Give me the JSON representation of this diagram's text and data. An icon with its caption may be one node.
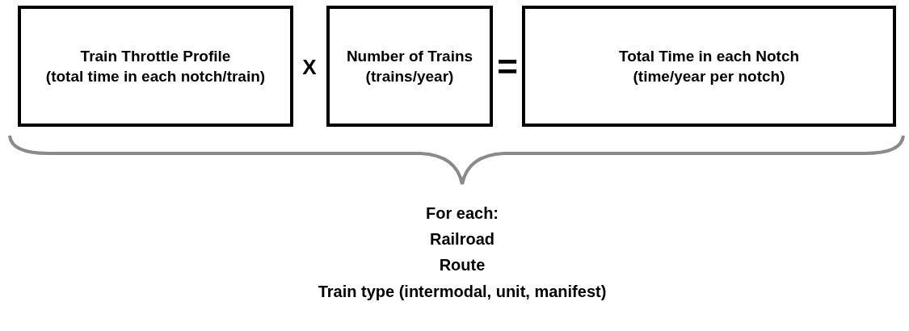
{
  "diagram": {
    "nodes": [
      {
        "text": [
          "Train Throttle Profile",
          "(total time in each notch/train)"
        ]
      },
      {
        "text": [
          "Number of Trains",
          "(trains/year)"
        ]
      },
      {
        "text": [
          "Total Time in each Notch",
          "(time/year per notch)"
        ]
      }
    ],
    "labels": [
      "X",
      "=",
      "For each:",
      "Railroad",
      "Route",
      "Train type (intermodal, unit, manifest)"
    ]
  }
}
